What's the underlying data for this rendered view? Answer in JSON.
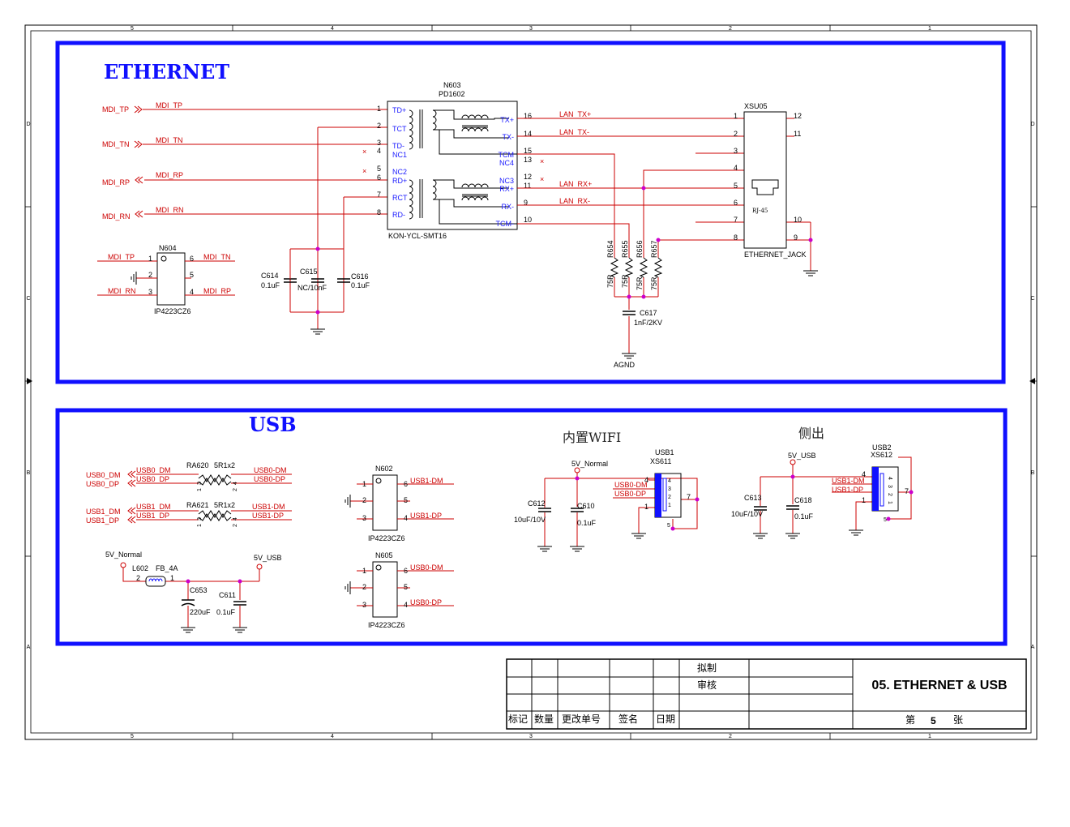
{
  "border": {
    "col_labels": [
      "5",
      "4",
      "3",
      "2",
      "1"
    ],
    "row_labels": [
      "D",
      "C",
      "B",
      "A"
    ]
  },
  "ethernet": {
    "title": "ETHERNET",
    "ports": [
      "MDI_TP",
      "MDI_TN",
      "MDI_RP",
      "MDI_RN"
    ],
    "net_labels": [
      "MDI_TP",
      "MDI_TN",
      "MDI_RP",
      "MDI_RN"
    ],
    "transformer": {
      "ref": "N603",
      "part": "PD1602",
      "footprint": "KON-YCL-SMT16",
      "left_pins": [
        "TD+",
        "TCT",
        "TD-",
        "NC1",
        "NC2",
        "RD+",
        "RCT",
        "RD-"
      ],
      "left_nums": [
        "1",
        "2",
        "3",
        "4",
        "5",
        "6",
        "7",
        "8"
      ],
      "right_pins": [
        "TX+",
        "TX-",
        "TCM",
        "NC4",
        "NC3",
        "RX+",
        "RX-",
        "TCM-"
      ],
      "right_nums": [
        "16",
        "14",
        "15",
        "13",
        "12",
        "11",
        "9",
        "10"
      ]
    },
    "lan_nets": [
      "LAN_TX+",
      "LAN_TX-",
      "LAN_RX+",
      "LAN_RX-"
    ],
    "jack": {
      "ref": "XSU05",
      "name": "ETHERNET_JACK",
      "inner": "RJ-45",
      "left_nums": [
        "1",
        "2",
        "3",
        "4",
        "5",
        "6",
        "7",
        "8"
      ],
      "right_nums": [
        "12",
        "11",
        "10",
        "9"
      ]
    },
    "resistors": [
      {
        "ref": "R654",
        "val": "75R"
      },
      {
        "ref": "R655",
        "val": "75R"
      },
      {
        "ref": "R656",
        "val": "75R"
      },
      {
        "ref": "R657",
        "val": "75R"
      }
    ],
    "c617": {
      "ref": "C617",
      "val": "1nF/2KV"
    },
    "agnd": "AGND",
    "caps": [
      {
        "ref": "C614",
        "val": "0.1uF"
      },
      {
        "ref": "C615",
        "val": "NC/10nF"
      },
      {
        "ref": "C616",
        "val": "0.1uF"
      }
    ],
    "tvs": {
      "ref": "N604",
      "part": "IP4223CZ6",
      "nets": [
        "MDI_TP",
        "MDI_RN",
        "MDI_TN",
        "MDI_RP"
      ],
      "pins": [
        "1",
        "2",
        "3",
        "6",
        "5",
        "4"
      ]
    }
  },
  "usb": {
    "title": "USB",
    "ports": [
      "USB0_DM",
      "USB0_DP",
      "USB1_DM",
      "USB1_DP"
    ],
    "left_nets": [
      "USB0_DM",
      "USB0_DP",
      "USB1_DM",
      "USB1_DP"
    ],
    "right_nets": [
      "USB0-DM",
      "USB0-DP",
      "USB1-DM",
      "USB1-DP"
    ],
    "ra620": {
      "ref": "RA620",
      "val": "5R1x2"
    },
    "ra621": {
      "ref": "RA621",
      "val": "5R1x2"
    },
    "ra_pins": [
      "1",
      "3",
      "2",
      "4"
    ],
    "power": {
      "src": "5V_Normal",
      "dst": "5V_USB",
      "l602": "L602",
      "fb": "FB_4A",
      "p2": "2",
      "p1": "1",
      "c653": {
        "ref": "C653",
        "val": "220uF"
      },
      "c611": {
        "ref": "C611",
        "val": "0.1uF"
      }
    },
    "n602": {
      "ref": "N602",
      "part": "IP4223CZ6",
      "nets": [
        "USB1-DM",
        "USB1-DP"
      ]
    },
    "n605": {
      "ref": "N605",
      "part": "IP4223CZ6",
      "nets": [
        "USB0-DM",
        "USB0-DP"
      ]
    },
    "tvs_pins": [
      "1",
      "2",
      "3",
      "6",
      "5",
      "4"
    ],
    "wifi": {
      "title": "内置WIFI",
      "supply": "5V_Normal",
      "usb_ref": "USB1",
      "conn": "XS611",
      "c612": {
        "ref": "C612",
        "val": "10uF/10V"
      },
      "c610": {
        "ref": "C610",
        "val": "0.1uF"
      },
      "nets": [
        "USB0-DM",
        "USB0-DP"
      ],
      "pins": [
        "4",
        "3",
        "2",
        "1",
        "7",
        "5"
      ]
    },
    "side": {
      "title": "侧出",
      "supply": "5V_USB",
      "usb_ref": "USB2",
      "conn": "XS612",
      "c613": {
        "ref": "C613",
        "val": "10uF/10V"
      },
      "c618": {
        "ref": "C618",
        "val": "0.1uF"
      },
      "nets": [
        "USB1-DM",
        "USB1-DP"
      ],
      "pins": [
        "4",
        "3",
        "2",
        "1",
        "7",
        "5"
      ]
    }
  },
  "title_block": {
    "drafted": "拟制",
    "checked": "审核",
    "headers": [
      "标记",
      "数量",
      "更改单号",
      "签名",
      "日期"
    ],
    "drawing_title": "05. ETHERNET & USB",
    "sheet_prefix": "第",
    "sheet_no": "5",
    "sheet_suffix": "张"
  },
  "colors": {
    "frame": "#1010ff",
    "wire": "#cc0000",
    "pin": "#cc0000",
    "junction": "#cc00cc",
    "text": "#000000"
  }
}
